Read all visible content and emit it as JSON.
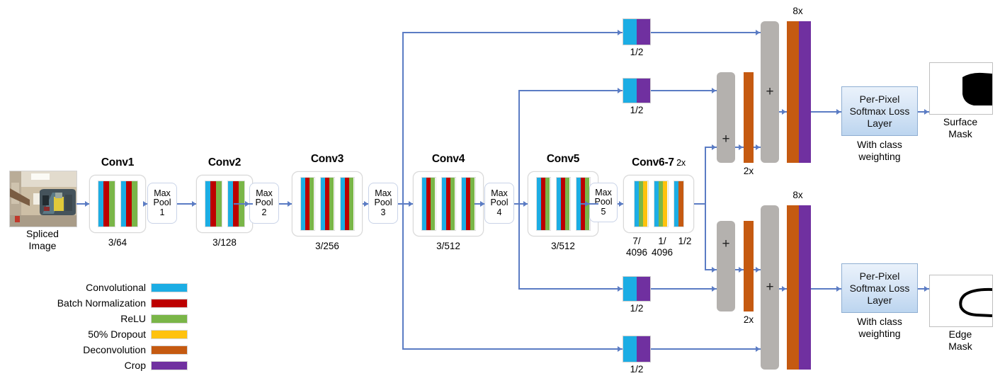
{
  "diagram": {
    "title": "FCN-style two-branch segmentation network",
    "input": {
      "caption_line1": "Spliced",
      "caption_line2": "Image",
      "name": "spliced-image"
    },
    "palette": {
      "convolutional": "#1CADE4",
      "batch_norm": "#BD0000",
      "relu": "#7AB648",
      "dropout": "#FFC20E",
      "deconvolution": "#C55A11",
      "crop": "#7030A0",
      "gray_fuse": "#B4B1AE",
      "wire": "#5B7CC4",
      "loss_box": "#BCD5EF"
    },
    "legend": {
      "items": [
        {
          "label": "Convolutional",
          "color": "#1CADE4"
        },
        {
          "label": "Batch Normalization",
          "color": "#BD0000"
        },
        {
          "label": "ReLU",
          "color": "#7AB648"
        },
        {
          "label": "50% Dropout",
          "color": "#FFC20E"
        },
        {
          "label": "Deconvolution",
          "color": "#C55A11"
        },
        {
          "label": "Crop",
          "color": "#7030A0"
        }
      ]
    },
    "conv_blocks": [
      {
        "id": "conv1",
        "title": "Conv1",
        "mult": "",
        "sub": "3/64",
        "sub2": "",
        "sub3": "",
        "groups": [
          [
            "#1CADE4",
            "#BD0000",
            "#7AB648"
          ],
          [
            "#1CADE4",
            "#BD0000",
            "#7AB648"
          ]
        ]
      },
      {
        "id": "conv2",
        "title": "Conv2",
        "mult": "",
        "sub": "3/128",
        "sub2": "",
        "sub3": "",
        "groups": [
          [
            "#1CADE4",
            "#BD0000",
            "#7AB648"
          ],
          [
            "#1CADE4",
            "#BD0000",
            "#7AB648"
          ]
        ]
      },
      {
        "id": "conv3",
        "title": "Conv3",
        "mult": "",
        "sub": "3/256",
        "sub2": "",
        "sub3": "",
        "groups": [
          [
            "#1CADE4",
            "#BD0000",
            "#7AB648"
          ],
          [
            "#1CADE4",
            "#BD0000",
            "#7AB648"
          ],
          [
            "#1CADE4",
            "#BD0000",
            "#7AB648"
          ]
        ]
      },
      {
        "id": "conv4",
        "title": "Conv4",
        "mult": "",
        "sub": "3/512",
        "sub2": "",
        "sub3": "",
        "groups": [
          [
            "#1CADE4",
            "#BD0000",
            "#7AB648"
          ],
          [
            "#1CADE4",
            "#BD0000",
            "#7AB648"
          ],
          [
            "#1CADE4",
            "#BD0000",
            "#7AB648"
          ]
        ]
      },
      {
        "id": "conv5",
        "title": "Conv5",
        "mult": "",
        "sub": "3/512",
        "sub2": "",
        "sub3": "",
        "groups": [
          [
            "#1CADE4",
            "#BD0000",
            "#7AB648"
          ],
          [
            "#1CADE4",
            "#BD0000",
            "#7AB648"
          ],
          [
            "#1CADE4",
            "#BD0000",
            "#7AB648"
          ]
        ]
      },
      {
        "id": "conv6_7",
        "title": "Conv6-7",
        "mult": "2x",
        "sub": "7/\n4096",
        "sub2": "1/\n4096",
        "sub3": "1/2",
        "groups": [
          [
            "#1CADE4",
            "#7AB648",
            "#FFC20E"
          ],
          [
            "#1CADE4",
            "#7AB648",
            "#FFC20E"
          ],
          [
            "#1CADE4",
            "#C55A11"
          ]
        ]
      }
    ],
    "pools": [
      {
        "id": "pool1",
        "line1": "Max",
        "line2": "Pool",
        "line3": "1"
      },
      {
        "id": "pool2",
        "line1": "Max",
        "line2": "Pool",
        "line3": "2"
      },
      {
        "id": "pool3",
        "line1": "Max",
        "line2": "Pool",
        "line3": "3"
      },
      {
        "id": "pool4",
        "line1": "Max",
        "line2": "Pool",
        "line3": "4"
      },
      {
        "id": "pool5",
        "line1": "Max",
        "line2": "Pool",
        "line3": "5"
      }
    ],
    "crop_blocks": [
      {
        "id": "skip-top-pool3",
        "caption": "1/2"
      },
      {
        "id": "skip-top-pool4",
        "caption": "1/2"
      },
      {
        "id": "skip-bottom-pool4",
        "caption": "1/2"
      },
      {
        "id": "skip-bottom-pool3",
        "caption": "1/2"
      }
    ],
    "branches": [
      {
        "id": "surface",
        "fuse1_symbol": "+",
        "fuse2_symbol": "+",
        "deconv1_caption": "2x",
        "deconv2_caption": "8x",
        "loss_line1": "Per-Pixel",
        "loss_line2": "Softmax Loss",
        "loss_line3": "Layer",
        "loss_caption_line1": "With class",
        "loss_caption_line2": "weighting",
        "mask_caption_line1": "Surface",
        "mask_caption_line2": "Mask"
      },
      {
        "id": "edge",
        "fuse1_symbol": "+",
        "fuse2_symbol": "+",
        "deconv1_caption": "2x",
        "deconv2_caption": "8x",
        "loss_line1": "Per-Pixel",
        "loss_line2": "Softmax Loss",
        "loss_line3": "Layer",
        "loss_caption_line1": "With class",
        "loss_caption_line2": "weighting",
        "mask_caption_line1": "Edge",
        "mask_caption_line2": "Mask"
      }
    ]
  }
}
